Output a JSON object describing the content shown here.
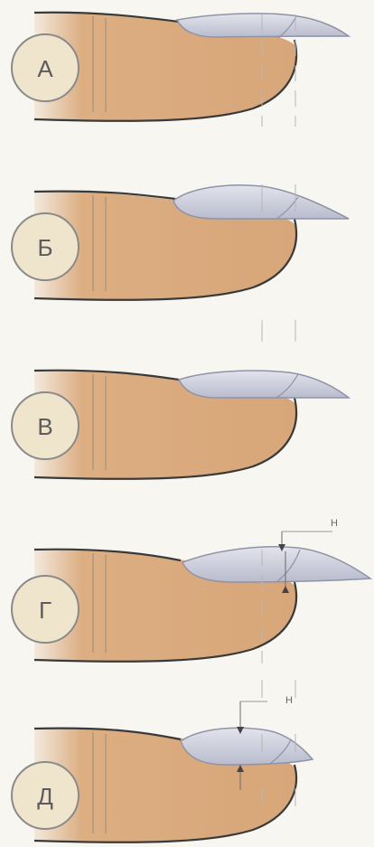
{
  "colors": {
    "background": "#f7f6f1",
    "finger_skin": "#d9a97b",
    "finger_outline": "#3a3a3a",
    "nail_fill": "#c9cbd8",
    "nail_edge": "#8f93a8",
    "badge_fill": "#efe4cc",
    "badge_stroke": "#8a8a8a"
  },
  "panels": [
    {
      "letter": "А",
      "nail_form": "thin-flat"
    },
    {
      "letter": "Б",
      "nail_form": "thick-apex"
    },
    {
      "letter": "В",
      "nail_form": "medium-flat"
    },
    {
      "letter": "Г",
      "nail_form": "long-high-arch",
      "dimension_label": "H"
    },
    {
      "letter": "Д",
      "nail_form": "short-high-arch",
      "dimension_label": "H"
    }
  ]
}
